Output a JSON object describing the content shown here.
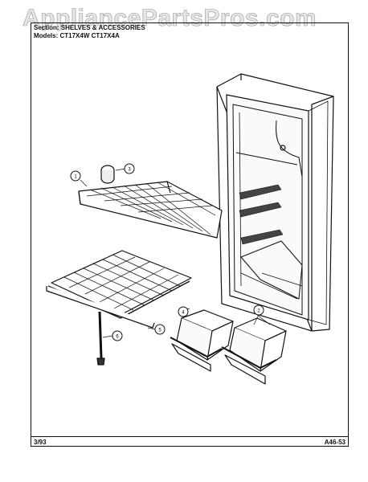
{
  "watermark": "AppliancePartsPros.com",
  "header": {
    "section_line": "Section: SHELVES & ACCESSORIES",
    "models_label": "Models:",
    "models_value": "CT17X4W  CT17X4A"
  },
  "callouts": [
    "1",
    "3",
    "2",
    "4",
    "5",
    "6"
  ],
  "footer": {
    "date": "3/93",
    "code": "A46-53"
  }
}
